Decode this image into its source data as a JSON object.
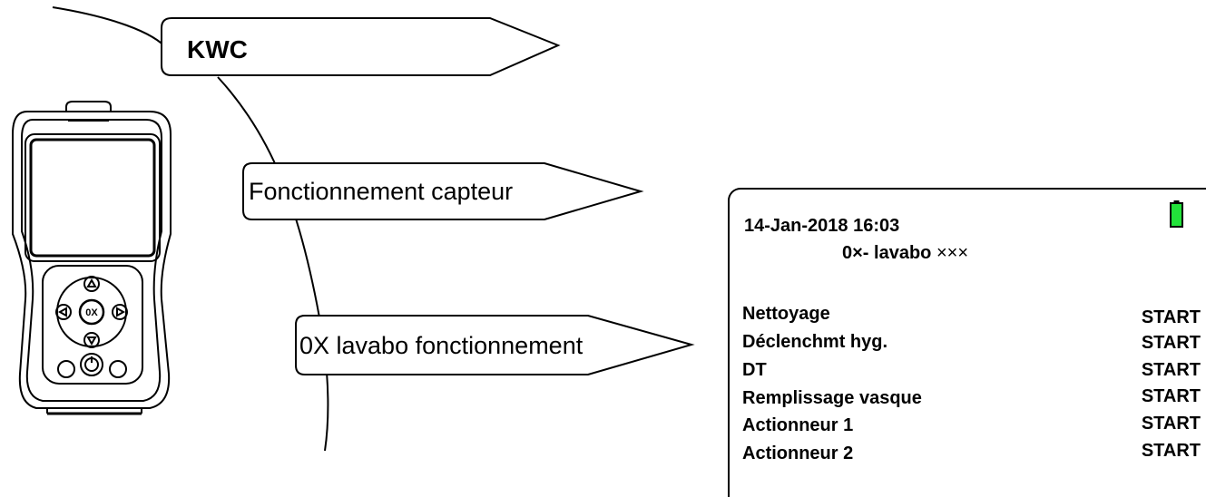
{
  "flags": {
    "brand": "KWC",
    "sensor_operation": "Fonctionnement capteur",
    "basin_operation": "0X lavabo fonctionnement"
  },
  "screen": {
    "datetime": "14-Jan-2018 16:03",
    "device_prefix": "0×- lavabo",
    "device_suffix": "×××",
    "battery": {
      "icon": "battery-full-icon",
      "level": 1.0,
      "color": "#22e33a"
    },
    "rows": [
      {
        "label": "Nettoyage",
        "value": "START"
      },
      {
        "label": "Déclenchmt hyg.",
        "value": "START"
      },
      {
        "label": "DT",
        "value": "START"
      },
      {
        "label": "Remplissage vasque",
        "value": "START"
      },
      {
        "label": "Actionneur 1",
        "value": "START"
      },
      {
        "label": "Actionneur 2",
        "value": "START"
      }
    ]
  }
}
